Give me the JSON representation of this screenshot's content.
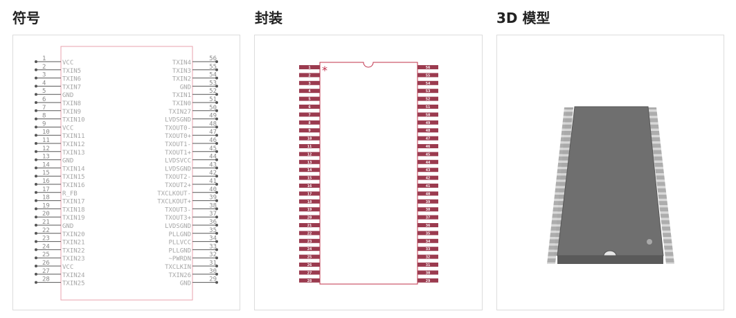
{
  "sections": {
    "symbol_title": "符号",
    "package_title": "封装",
    "model_title": "3D 模型"
  },
  "symbol": {
    "left_pins": [
      {
        "num": "1",
        "name": "VCC"
      },
      {
        "num": "2",
        "name": "TXIN5"
      },
      {
        "num": "3",
        "name": "TXIN6"
      },
      {
        "num": "4",
        "name": "TXIN7"
      },
      {
        "num": "5",
        "name": "GND"
      },
      {
        "num": "6",
        "name": "TXIN8"
      },
      {
        "num": "7",
        "name": "TXIN9"
      },
      {
        "num": "8",
        "name": "TXIN10"
      },
      {
        "num": "9",
        "name": "VCC"
      },
      {
        "num": "10",
        "name": "TXIN11"
      },
      {
        "num": "11",
        "name": "TXIN12"
      },
      {
        "num": "12",
        "name": "TXIN13"
      },
      {
        "num": "13",
        "name": "GND"
      },
      {
        "num": "14",
        "name": "TXIN14"
      },
      {
        "num": "15",
        "name": "TXIN15"
      },
      {
        "num": "16",
        "name": "TXIN16"
      },
      {
        "num": "17",
        "name": "R_FB"
      },
      {
        "num": "18",
        "name": "TXIN17"
      },
      {
        "num": "19",
        "name": "TXIN18"
      },
      {
        "num": "20",
        "name": "TXIN19"
      },
      {
        "num": "21",
        "name": "GND"
      },
      {
        "num": "22",
        "name": "TXIN20"
      },
      {
        "num": "23",
        "name": "TXIN21"
      },
      {
        "num": "24",
        "name": "TXIN22"
      },
      {
        "num": "25",
        "name": "TXIN23"
      },
      {
        "num": "26",
        "name": "VCC"
      },
      {
        "num": "27",
        "name": "TXIN24"
      },
      {
        "num": "28",
        "name": "TXIN25"
      }
    ],
    "right_pins": [
      {
        "num": "56",
        "name": "TXIN4"
      },
      {
        "num": "55",
        "name": "TXIN3"
      },
      {
        "num": "54",
        "name": "TXIN2"
      },
      {
        "num": "53",
        "name": "GND"
      },
      {
        "num": "52",
        "name": "TXIN1"
      },
      {
        "num": "51",
        "name": "TXIN0"
      },
      {
        "num": "50",
        "name": "TXIN27"
      },
      {
        "num": "49",
        "name": "LVDSGND"
      },
      {
        "num": "48",
        "name": "TXOUT0-"
      },
      {
        "num": "47",
        "name": "TXOUT0+"
      },
      {
        "num": "46",
        "name": "TXOUT1-"
      },
      {
        "num": "45",
        "name": "TXOUT1+"
      },
      {
        "num": "44",
        "name": "LVDSVCC"
      },
      {
        "num": "43",
        "name": "LVDSGND"
      },
      {
        "num": "42",
        "name": "TXOUT2-"
      },
      {
        "num": "41",
        "name": "TXOUT2+"
      },
      {
        "num": "40",
        "name": "TXCLKOUT-"
      },
      {
        "num": "39",
        "name": "TXCLKOUT+"
      },
      {
        "num": "38",
        "name": "TXOUT3-"
      },
      {
        "num": "37",
        "name": "TXOUT3+"
      },
      {
        "num": "36",
        "name": "LVDSGND"
      },
      {
        "num": "35",
        "name": "PLLGND"
      },
      {
        "num": "34",
        "name": "PLLVCC"
      },
      {
        "num": "33",
        "name": "PLLGND"
      },
      {
        "num": "32",
        "name": "~PWRDN"
      },
      {
        "num": "31",
        "name": "TXCLKIN"
      },
      {
        "num": "30",
        "name": "TXIN26"
      },
      {
        "num": "29",
        "name": "GND"
      }
    ]
  },
  "package": {
    "left_pads": [
      "1",
      "2",
      "3",
      "4",
      "5",
      "6",
      "7",
      "8",
      "9",
      "10",
      "11",
      "12",
      "13",
      "14",
      "15",
      "16",
      "17",
      "18",
      "19",
      "20",
      "21",
      "22",
      "23",
      "24",
      "25",
      "26",
      "27",
      "28"
    ],
    "right_pads": [
      "56",
      "55",
      "54",
      "53",
      "52",
      "51",
      "50",
      "49",
      "48",
      "47",
      "46",
      "45",
      "44",
      "43",
      "42",
      "41",
      "40",
      "39",
      "38",
      "37",
      "36",
      "35",
      "34",
      "33",
      "32",
      "31",
      "30",
      "29"
    ],
    "pin1_marker": "*"
  },
  "colors": {
    "symbol_outline": "#e8a0ac",
    "symbol_text": "#a6a6a6",
    "pad_fill": "#9b3b4f",
    "outline_red": "#c0304a",
    "body_gray": "#6f6f6f"
  }
}
